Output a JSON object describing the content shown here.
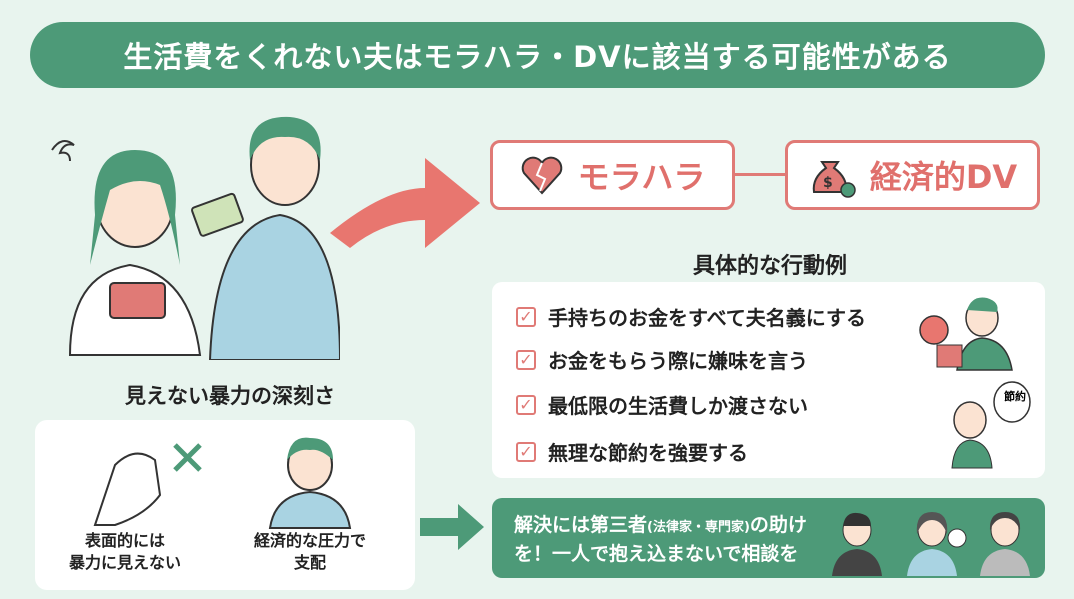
{
  "title": "生活費をくれない夫はモラハラ・DVに該当する可能性がある",
  "tags": [
    {
      "label": "モラハラ",
      "icon": "broken-heart-icon"
    },
    {
      "label": "経済的DV",
      "icon": "money-bag-chain-icon"
    }
  ],
  "actions": {
    "heading": "具体的な行動例",
    "items": [
      "手持ちのお金をすべて夫名義にする",
      "お金をもらう際に嫌味を言う",
      "最低限の生活費しか渡さない",
      "無理な節約を強要する"
    ],
    "bubble": "節約"
  },
  "invisible": {
    "heading": "見えない暴力の深刻さ",
    "points": [
      {
        "line1": "表面的には",
        "line2": "暴力に見えない"
      },
      {
        "line1": "経済的な圧力で",
        "line2": "支配"
      }
    ]
  },
  "solution": {
    "part1": "解決には第三者",
    "paren": "(法律家・専門家)",
    "part2": "の助け",
    "line2": "を！一人で抱え込まないで相談を"
  },
  "colors": {
    "green": "#4d9a78",
    "red": "#e07a76",
    "background": "#e8f4ee"
  }
}
